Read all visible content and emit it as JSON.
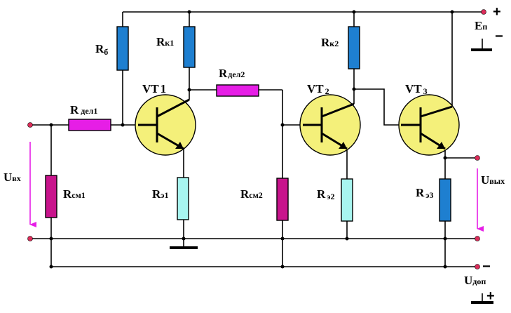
{
  "colors": {
    "background": "#ffffff",
    "wire": "#000000",
    "transistor_fill": "#f4f07a",
    "resistor_blue": "#1e7fd0",
    "resistor_magenta": "#e61ee6",
    "resistor_purple": "#c8148c",
    "resistor_cyan": "#a8f5f0",
    "terminal": "#dc2d5a",
    "voltage_arrow": "#e61ee6"
  },
  "labels": {
    "r_b": {
      "main": "R",
      "sub": "б"
    },
    "r_k1": {
      "main": "R",
      "sub": "к1"
    },
    "r_k2": {
      "main": "R",
      "sub": "к2"
    },
    "r_del1": {
      "main": "R",
      "sub": "дел1"
    },
    "r_del2": {
      "main": "R",
      "sub": "дел2"
    },
    "r_sm1": {
      "main": "R",
      "sub": "см1"
    },
    "r_sm2": {
      "main": "R",
      "sub": "см2"
    },
    "r_e1": {
      "main": "R",
      "sub": "э1"
    },
    "r_e2": {
      "main": "R",
      "sub": "э2"
    },
    "r_e3": {
      "main": "R",
      "sub": "э3"
    },
    "vt1": {
      "main": "VT",
      "sub": "1"
    },
    "vt2": {
      "main": "VT",
      "sub": "2"
    },
    "vt3": {
      "main": "VT",
      "sub": "3"
    },
    "u_in": {
      "main": "U",
      "sub": "вх"
    },
    "u_out": {
      "main": "U",
      "sub": "вых"
    },
    "e_p": {
      "main": "E",
      "sub": "п"
    },
    "u_dop": {
      "main": "U",
      "sub": "доп"
    },
    "plus_top": "+",
    "minus_top": "−",
    "minus_bottom": "−",
    "plus_bottom": "+"
  }
}
